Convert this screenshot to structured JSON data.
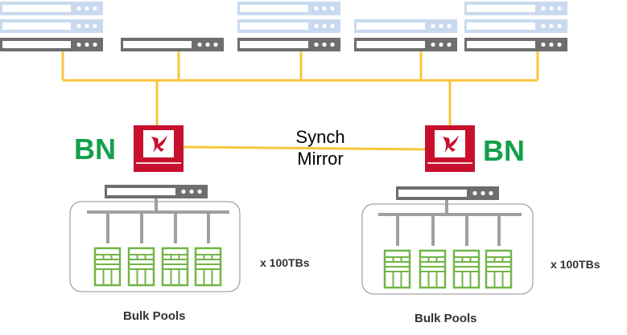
{
  "labels": {
    "bn_left": "BN",
    "bn_right": "BN",
    "mirror_line1": "Synch",
    "mirror_line2": "Mirror",
    "capacity_left": "x 100TBs",
    "capacity_right": "x 100TBs",
    "pools_left": "Bulk Pools",
    "pools_right": "Bulk Pools"
  },
  "colors": {
    "bus": "#F8C53A",
    "server_dark": "#6E6E6E",
    "server_light": "#C9DAF0",
    "appliance": "#C8102E",
    "storage": "#72B547",
    "rack_lines": "#A0A0A0",
    "bn_text": "#13A04A"
  },
  "icons": {
    "appliance": "red-appliance-logo-icon",
    "server": "rack-server-icon",
    "storage": "storage-drive-icon"
  }
}
